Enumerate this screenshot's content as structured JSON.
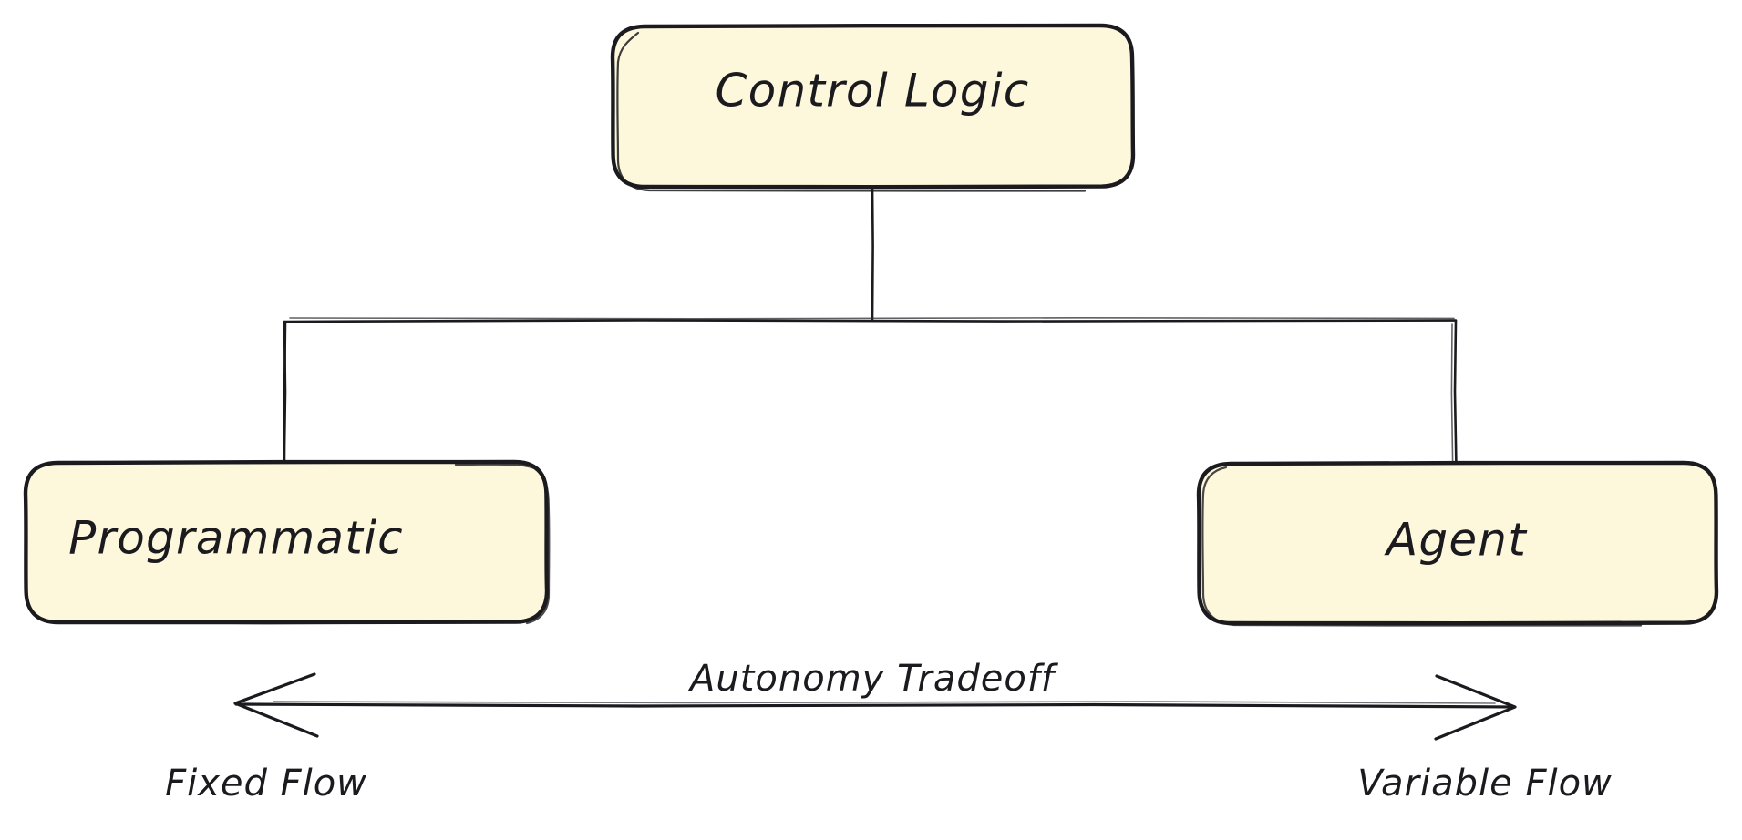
{
  "diagram": {
    "title": "Control Logic",
    "style": "hand-drawn",
    "background_color": "#ffffff",
    "node_fill_color": "#FDF8DC",
    "node_stroke_color": "#1b1b1f",
    "text_color": "#1b1b1f",
    "nodes": [
      {
        "id": "control-logic",
        "label": "Control Logic",
        "role": "root"
      },
      {
        "id": "programmatic",
        "label": "Programmatic",
        "role": "child-left"
      },
      {
        "id": "agent",
        "label": "Agent",
        "role": "child-right"
      }
    ],
    "connectors": [
      {
        "from": "control-logic",
        "to": "programmatic",
        "style": "elbow"
      },
      {
        "from": "control-logic",
        "to": "agent",
        "style": "elbow"
      }
    ],
    "axis": {
      "label": "Autonomy Tradeoff",
      "left_end_label": "Fixed Flow",
      "right_end_label": "Variable Flow",
      "arrow_heads": "both"
    }
  }
}
